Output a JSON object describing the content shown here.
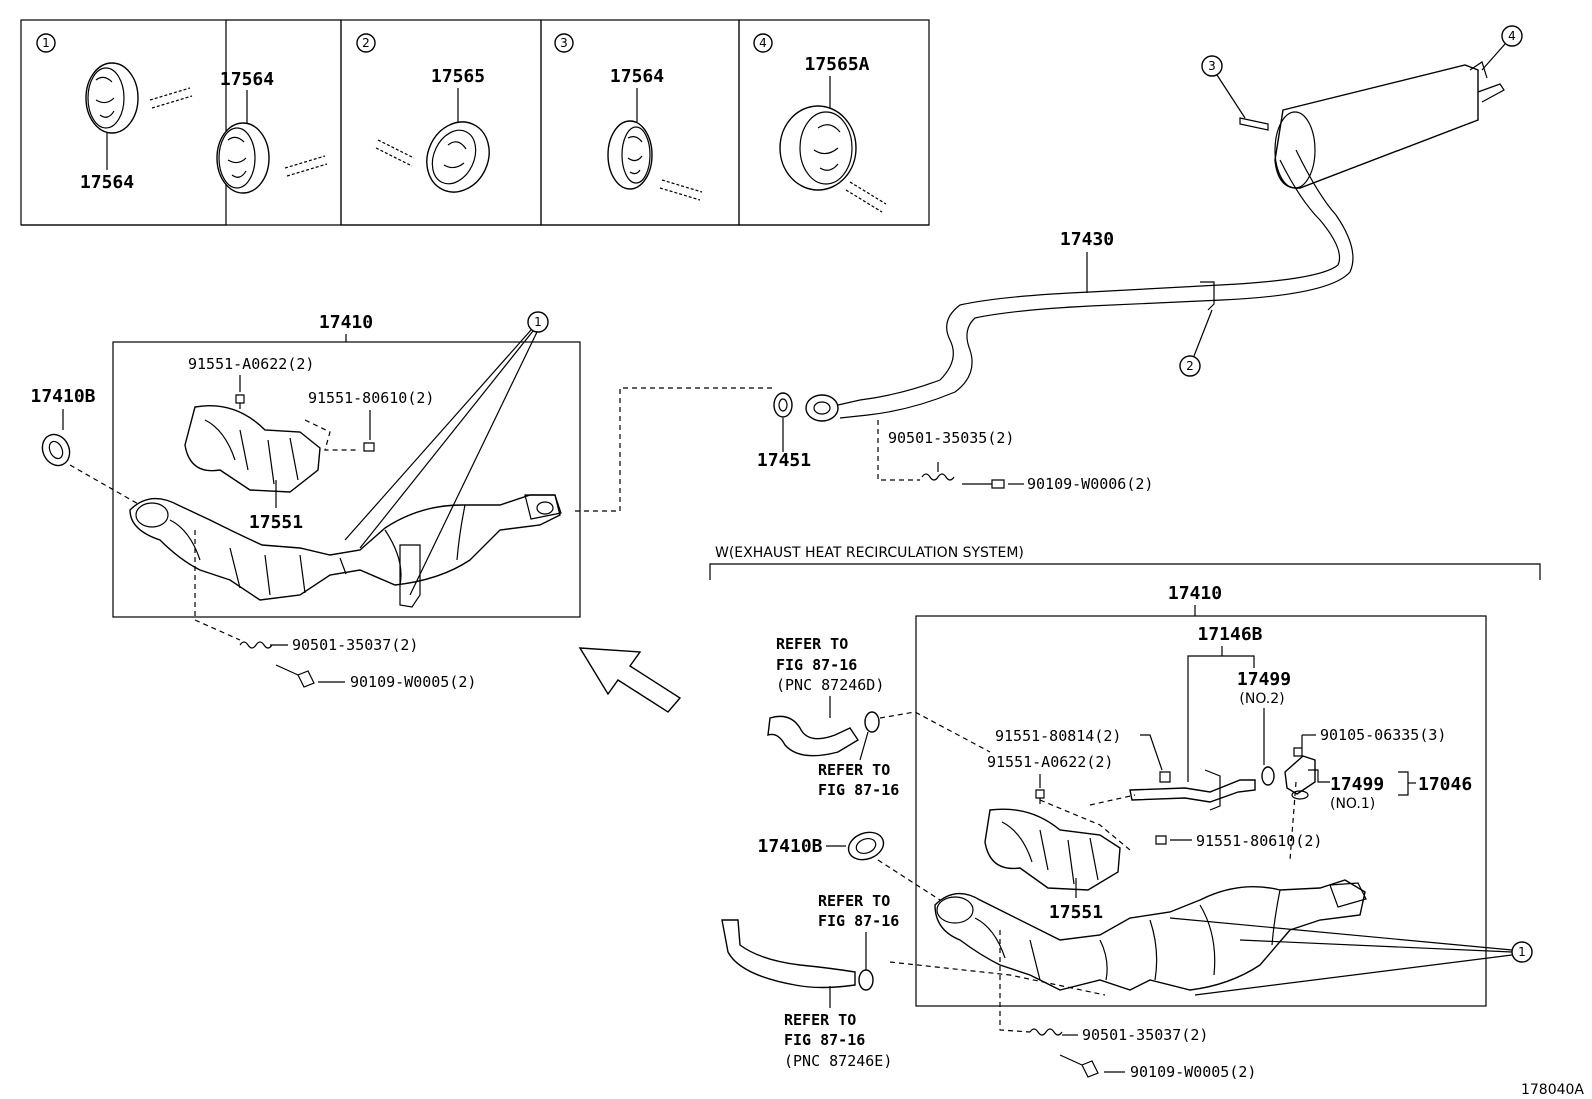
{
  "diagram": {
    "drawing_number": "178040A",
    "section_note": "W(EXHAUST HEAT RECIRCULATION SYSTEM)",
    "inset": {
      "panel1": {
        "callout": "1",
        "part_top": "17564",
        "part_bottom": "17564"
      },
      "panel2": {
        "callout": "2",
        "part": "17565"
      },
      "panel3": {
        "callout": "3",
        "part": "17564"
      },
      "panel4": {
        "callout": "4",
        "part": "17565A"
      }
    },
    "muffler": {
      "pipe": "17430",
      "gasket": "17451",
      "spring": "90501-35035(2)",
      "bolt": "90109-W0006(2)",
      "callout_hanger": "2",
      "callout_front": "3",
      "callout_rear": "4"
    },
    "left_assembly": {
      "assy": "17410",
      "gasket": "17410B",
      "heat_insulator": "17551",
      "bolt_a": "91551-A0622(2)",
      "bolt_b": "91551-80610(2)",
      "spring": "90501-35037(2)",
      "bolt_c": "90109-W0005(2)",
      "callout": "1"
    },
    "right_assembly": {
      "assy": "17410",
      "kit": "17146B",
      "gasket_no2": "17499",
      "gasket_no2_sub": "(NO.2)",
      "gasket_no1": "17499",
      "gasket_no1_sub": "(NO.1)",
      "valve": "17046",
      "bolt_d": "90105-06335(3)",
      "bolt_e": "91551-80814(2)",
      "bolt_a": "91551-A0622(2)",
      "bolt_b": "91551-80610(2)",
      "heat_insulator": "17551",
      "gasket": "17410B",
      "spring": "90501-35037(2)",
      "bolt_c": "90109-W0005(2)",
      "callout": "1"
    },
    "refs": {
      "ref1_line1": "REFER TO",
      "ref1_line2": "FIG 87-16",
      "ref1_line3": "(PNC 87246D)",
      "ref2_line1": "REFER TO",
      "ref2_line2": "FIG 87-16",
      "ref3_line1": "REFER TO",
      "ref3_line2": "FIG 87-16",
      "ref4_line1": "REFER TO",
      "ref4_line2": "FIG 87-16",
      "ref4_line3": "(PNC 87246E)"
    }
  }
}
